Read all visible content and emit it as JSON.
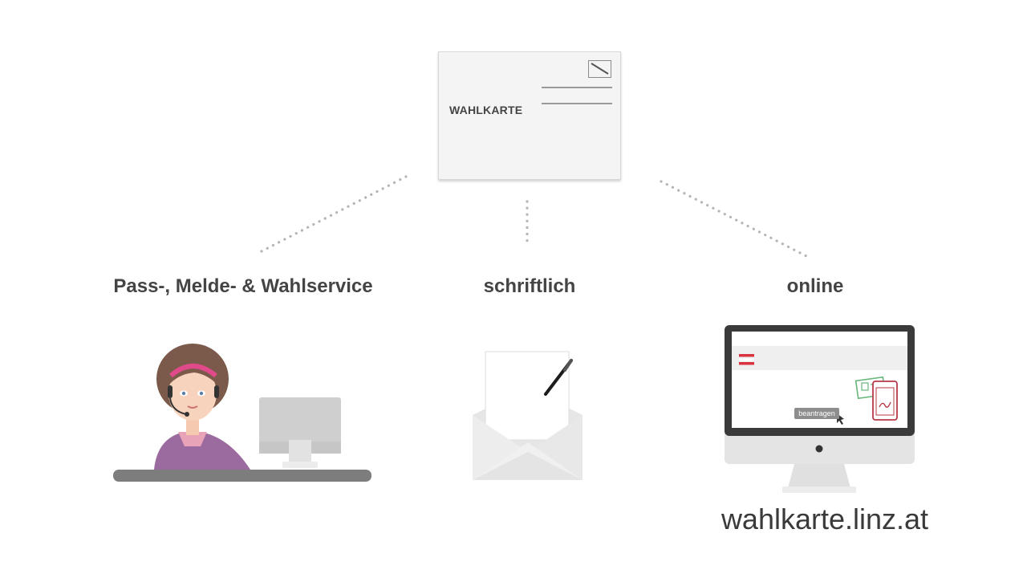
{
  "postcard": {
    "title": "WAHLKARTE"
  },
  "channels": [
    {
      "id": "service",
      "label": "Pass-, Melde- & Wahlservice"
    },
    {
      "id": "written",
      "label": "schriftlich"
    },
    {
      "id": "online",
      "label": "online"
    }
  ],
  "online": {
    "button_label": "beantragen",
    "url": "wahlkarte.linz.at"
  },
  "colors": {
    "text": "#444444",
    "dots": "#b5b5b5",
    "accent_red": "#d9333f",
    "headset_pink": "#e04a8a",
    "shirt_purple": "#9b6a9e"
  },
  "icons": [
    "stamp-icon",
    "agent-illustration",
    "letter-envelope-icon",
    "pen-icon",
    "monitor-icon",
    "cursor-icon",
    "id-card-icon",
    "signature-tablet-icon"
  ]
}
